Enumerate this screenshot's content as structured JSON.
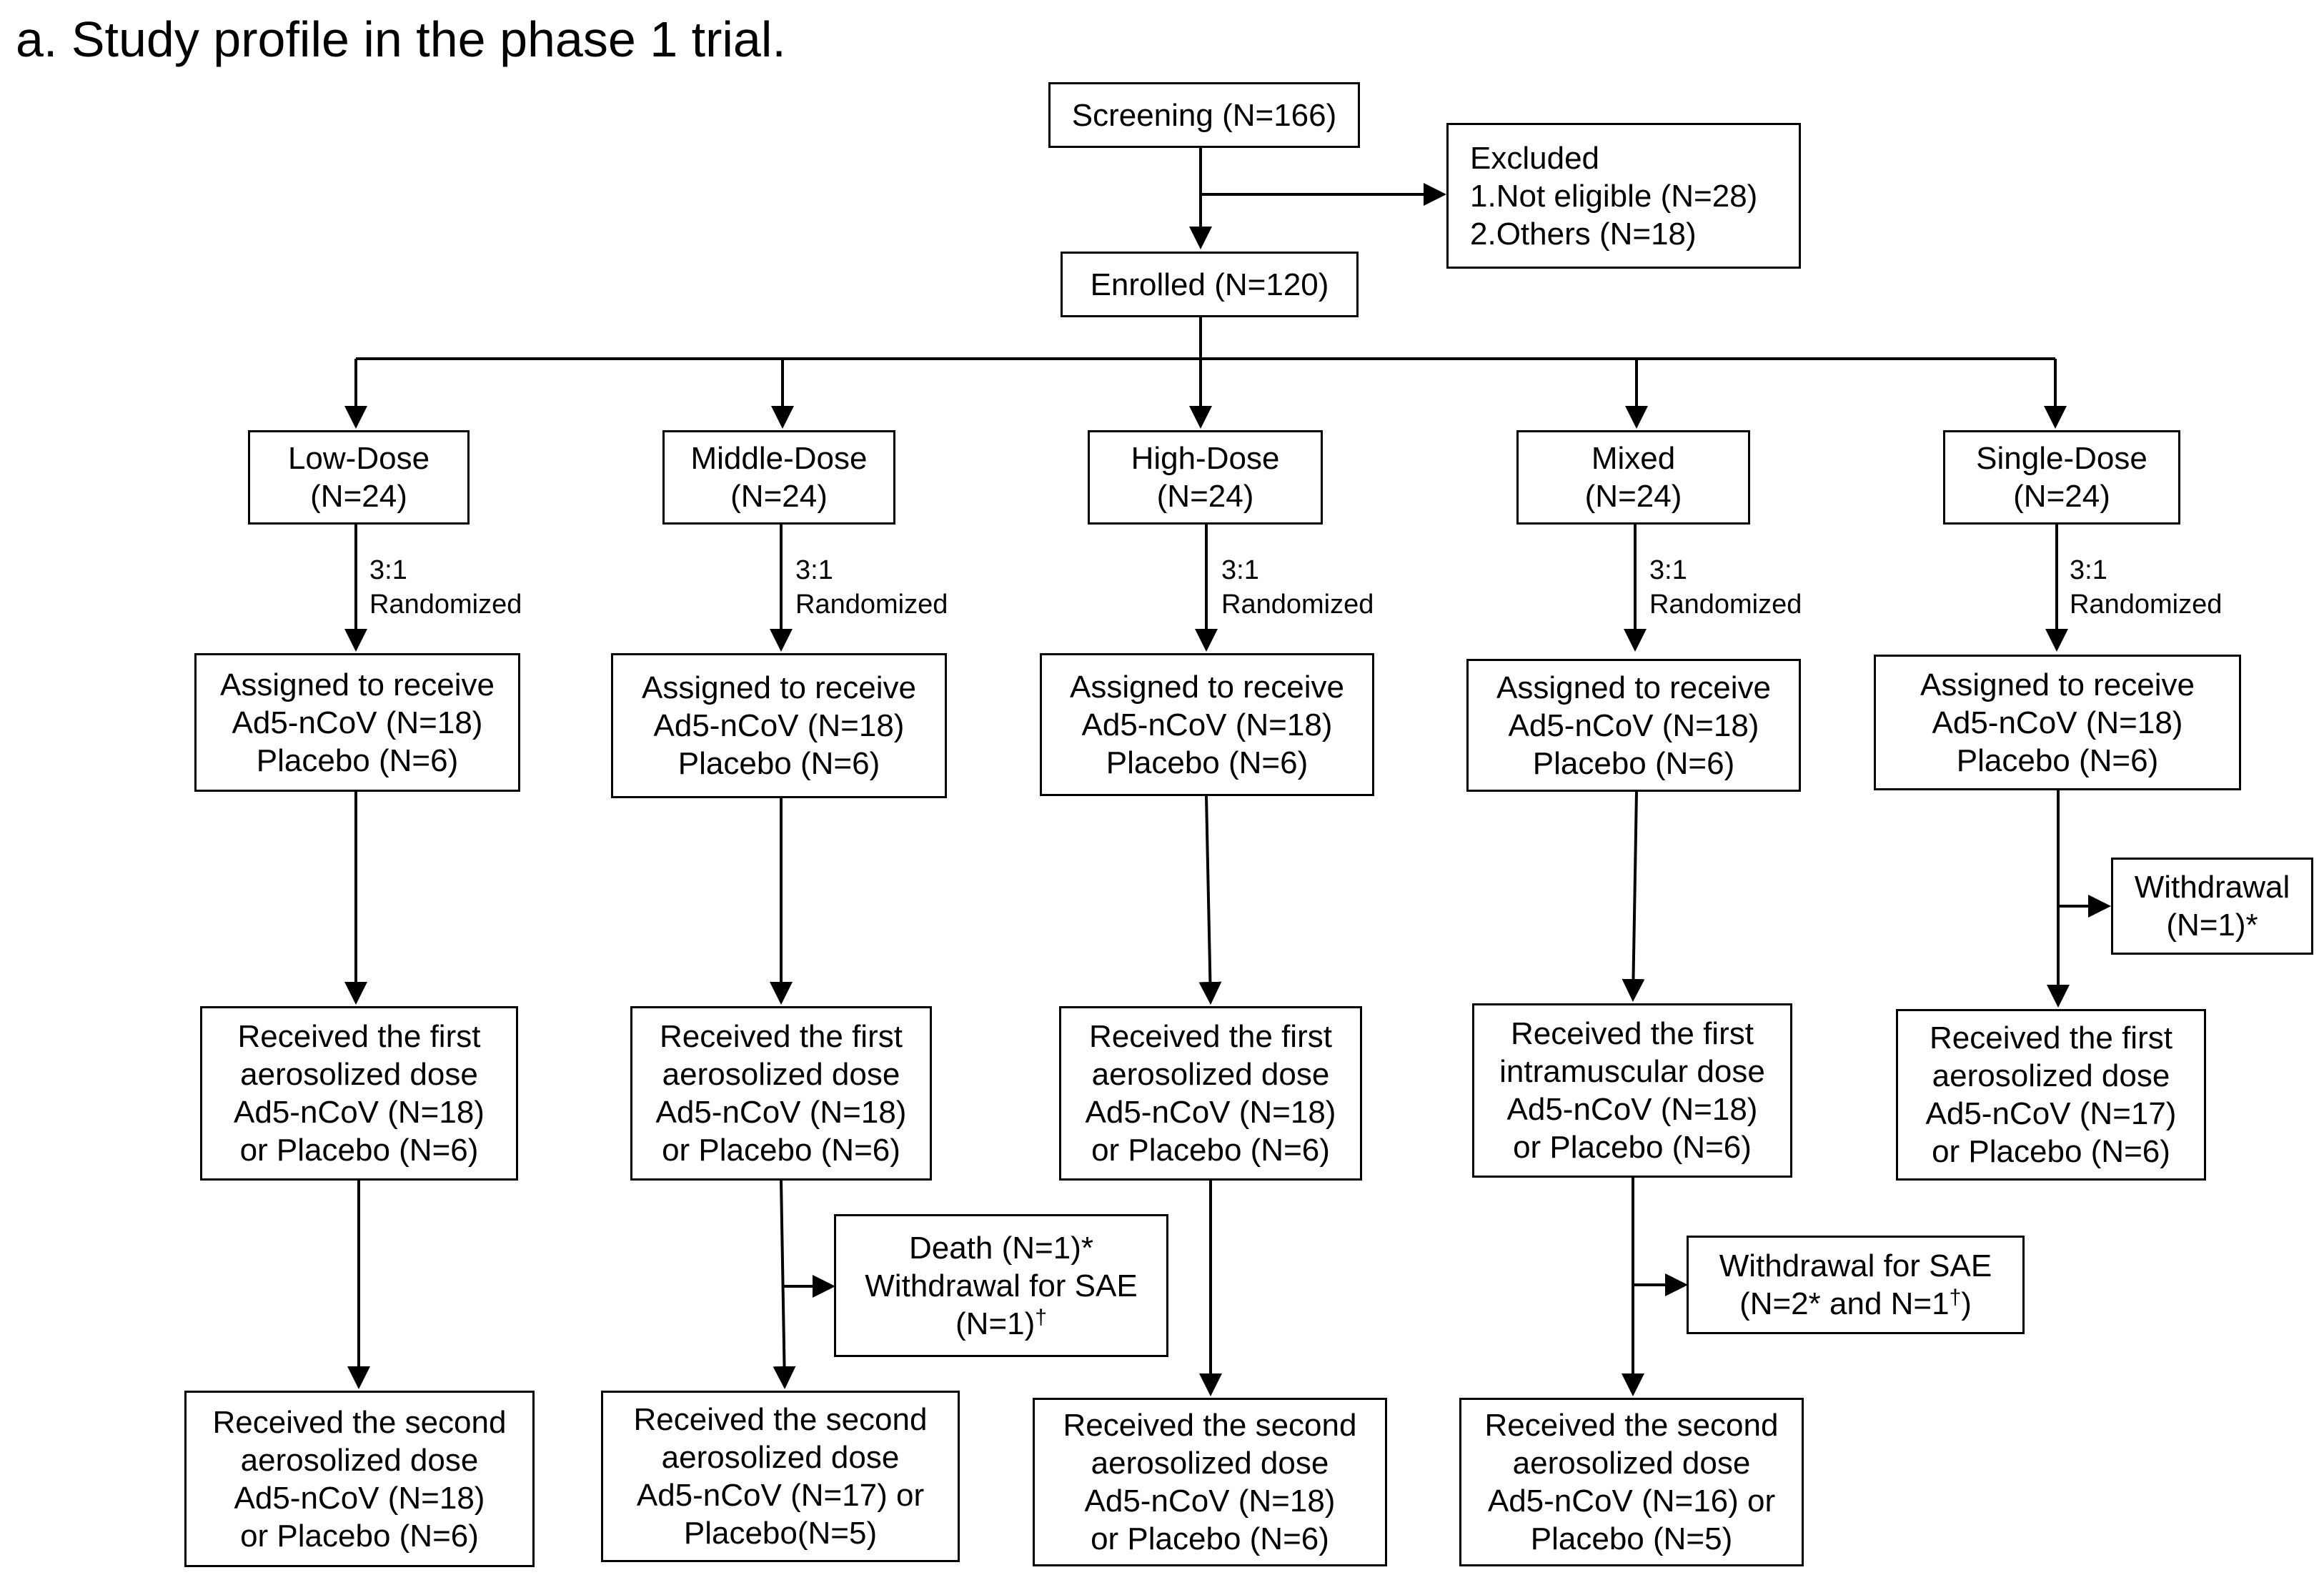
{
  "title": "a. Study profile in the phase 1 trial.",
  "screening": "Screening (N=166)",
  "excluded": [
    "Excluded",
    "1.Not eligible (N=28)",
    "2.Others (N=18)"
  ],
  "enrolled": "Enrolled (N=120)",
  "randomization": {
    "ratio": "3:1",
    "label": "Randomized"
  },
  "arms": [
    {
      "group": [
        "Low-Dose",
        "(N=24)"
      ],
      "assigned": [
        "Assigned to receive",
        "Ad5-nCoV (N=18)",
        "Placebo (N=6)"
      ],
      "first_dose": [
        "Received the first",
        "aerosolized dose",
        "Ad5-nCoV (N=18)",
        "or Placebo (N=6)"
      ],
      "second_dose": [
        "Received the second",
        "aerosolized dose",
        "Ad5-nCoV (N=18)",
        "or Placebo (N=6)"
      ]
    },
    {
      "group": [
        "Middle-Dose",
        "(N=24)"
      ],
      "assigned": [
        "Assigned to receive",
        "Ad5-nCoV (N=18)",
        "Placebo (N=6)"
      ],
      "first_dose": [
        "Received the first",
        "aerosolized dose",
        "Ad5-nCoV (N=18)",
        "or Placebo (N=6)"
      ],
      "second_dose": [
        "Received the second",
        "aerosolized dose",
        "Ad5-nCoV  (N=17) or",
        "Placebo(N=5)"
      ]
    },
    {
      "group": [
        "High-Dose",
        "(N=24)"
      ],
      "assigned": [
        "Assigned to receive",
        "Ad5-nCoV (N=18)",
        "Placebo (N=6)"
      ],
      "first_dose": [
        "Received the first",
        "aerosolized dose",
        "Ad5-nCoV (N=18)",
        "or Placebo (N=6)"
      ],
      "second_dose": [
        "Received the second",
        "aerosolized dose",
        "Ad5-nCoV (N=18)",
        "or Placebo (N=6)"
      ]
    },
    {
      "group": [
        "Mixed",
        "(N=24)"
      ],
      "assigned": [
        "Assigned to receive",
        "Ad5-nCoV (N=18)",
        "Placebo (N=6)"
      ],
      "first_dose": [
        "Received the first",
        "intramuscular dose",
        "Ad5-nCoV (N=18)",
        "or Placebo (N=6)"
      ],
      "second_dose": [
        "Received the second",
        "aerosolized dose",
        "Ad5-nCoV (N=16) or",
        "Placebo (N=5)"
      ]
    },
    {
      "group": [
        "Single-Dose",
        "(N=24)"
      ],
      "assigned": [
        "Assigned to receive",
        "Ad5-nCoV (N=18)",
        "Placebo (N=6)"
      ],
      "first_dose": [
        "Received the first",
        "aerosolized dose",
        "Ad5-nCoV (N=17)",
        "or Placebo (N=6)"
      ]
    }
  ],
  "dropouts": {
    "single_withdrawal": {
      "line1": "Withdrawal",
      "line2": "(N=1)*"
    },
    "middle": {
      "line1": "Death  (N=1)*",
      "line2": "Withdrawal for SAE",
      "line3_text": "(N=1)",
      "line3_sup": "†"
    },
    "mixed": {
      "line1": "Withdrawal for SAE",
      "line2_pre": "(N=2* and N=1",
      "line2_sup": "†",
      "line2_post": ")"
    }
  }
}
